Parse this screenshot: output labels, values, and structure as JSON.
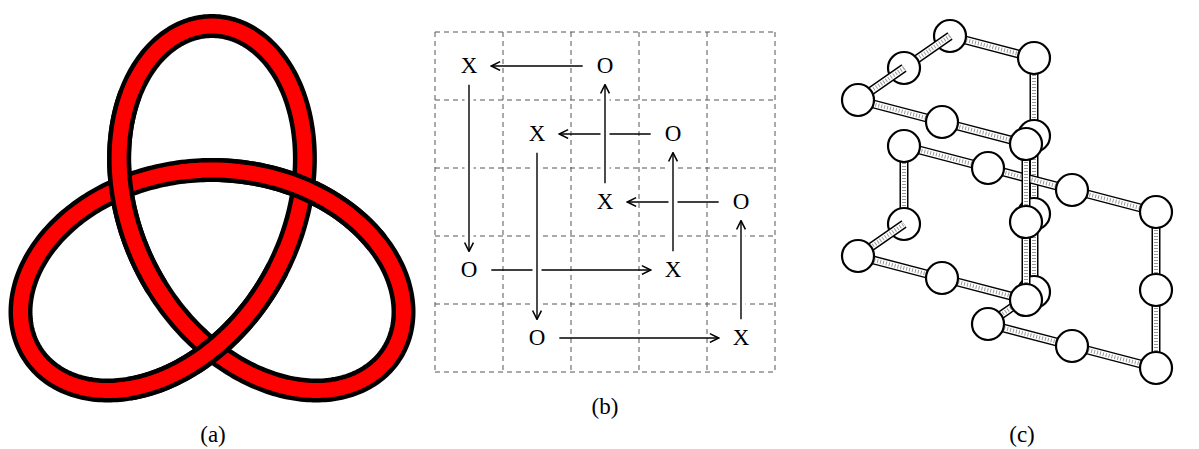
{
  "diagram": {
    "nodes": [
      {
        "text": [
          "X"
        ]
      },
      {
        "text": [
          "O"
        ]
      },
      {
        "text": [
          "X"
        ]
      },
      {
        "text": [
          "O"
        ]
      },
      {
        "text": [
          "X"
        ]
      },
      {
        "text": [
          "O"
        ]
      },
      {
        "text": [
          "O"
        ]
      },
      {
        "text": [
          "X"
        ]
      },
      {
        "text": [
          "O"
        ]
      },
      {
        "text": [
          "X"
        ]
      }
    ],
    "edges": [
      {
        "from": 1,
        "to": 0,
        "arrow": "to"
      },
      {
        "from": 3,
        "to": 2,
        "arrow": "to"
      },
      {
        "from": 5,
        "to": 4,
        "arrow": "to"
      },
      {
        "from": 6,
        "to": 7,
        "arrow": "to"
      },
      {
        "from": 8,
        "to": 9,
        "arrow": "to"
      },
      {
        "from": 0,
        "to": 6,
        "arrow": "to"
      },
      {
        "from": 2,
        "to": 8,
        "arrow": "to"
      },
      {
        "from": 4,
        "to": 1,
        "arrow": "to"
      },
      {
        "from": 7,
        "to": 3,
        "arrow": "to"
      },
      {
        "from": 9,
        "to": 5,
        "arrow": "to"
      }
    ],
    "labels": [
      "(a)",
      "(b)",
      "(c)"
    ]
  }
}
